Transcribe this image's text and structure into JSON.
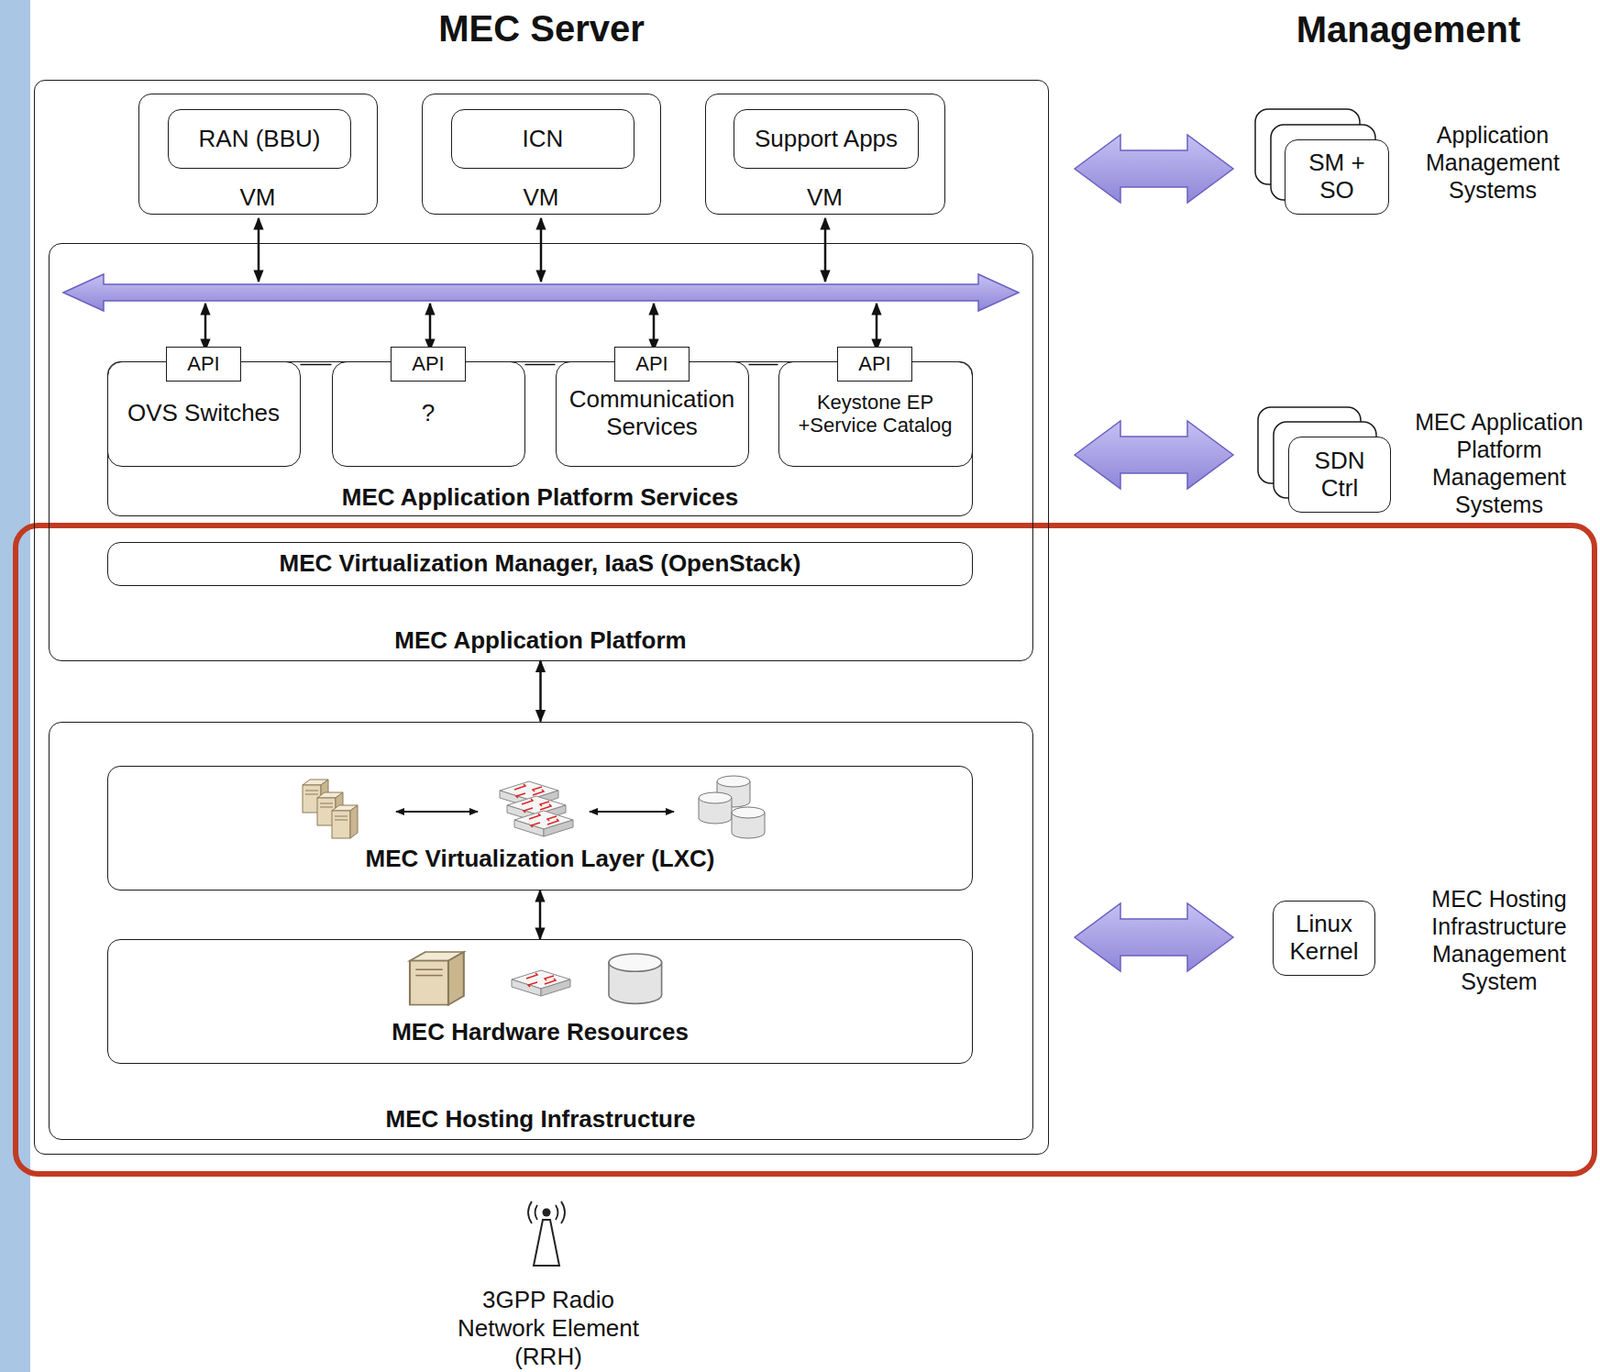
{
  "diagram": {
    "nodes": [
      {
        "text": [
          "MEC Server"
        ]
      },
      {
        "text": [
          "VM"
        ],
        "in": 0
      },
      {
        "text": [
          "RAN (BBU)"
        ],
        "in": 1
      },
      {
        "text": [
          "VM"
        ],
        "in": 0
      },
      {
        "text": [
          "ICN"
        ],
        "in": 3
      },
      {
        "text": [
          "VM"
        ],
        "in": 0
      },
      {
        "text": [
          "Support Apps"
        ],
        "in": 5
      },
      {
        "text": [
          "MEC Application Platform"
        ],
        "in": 0
      },
      {
        "text": [
          "MEC Application Platform Services"
        ],
        "in": 7
      },
      {
        "text": [
          "OVS Switches"
        ],
        "in": 8
      },
      {
        "text": [
          "API"
        ],
        "in": 9
      },
      {
        "text": [
          "?"
        ],
        "in": 8
      },
      {
        "text": [
          "API"
        ],
        "in": 11
      },
      {
        "text": [
          "Communication Services"
        ],
        "in": 8
      },
      {
        "text": [
          "API"
        ],
        "in": 13
      },
      {
        "text": [
          "Keystone EP +Service Catalog"
        ],
        "in": 8
      },
      {
        "text": [
          "API"
        ],
        "in": 15
      },
      {
        "text": [
          "MEC Virtualization Manager, IaaS (OpenStack)"
        ],
        "in": 7
      },
      {
        "text": [
          "MEC Hosting Infrastructure"
        ],
        "in": 0
      },
      {
        "text": [
          "MEC Virtualization Layer (LXC)"
        ],
        "in": 18
      },
      {
        "text": [
          "MEC Hardware Resources"
        ],
        "in": 18
      },
      {
        "text": [
          "SM + SO"
        ]
      },
      {
        "text": [
          "SDN Ctrl"
        ]
      },
      {
        "text": [
          "Linux Kernel"
        ]
      }
    ],
    "edges": [
      {
        "from": 7,
        "to": 18,
        "arrow": "both"
      },
      {
        "from": 19,
        "to": 20,
        "arrow": "both"
      },
      {
        "from": 9,
        "to": 11,
        "arrow": "none"
      },
      {
        "from": 11,
        "to": 13,
        "arrow": "none"
      },
      {
        "from": 13,
        "to": 15,
        "arrow": "none"
      },
      {
        "from": 0,
        "to": 21,
        "arrow": "both"
      },
      {
        "from": 0,
        "to": 22,
        "arrow": "both"
      },
      {
        "from": 0,
        "to": 23,
        "arrow": "both"
      }
    ],
    "labels": [
      "Management",
      "Application Management Systems",
      "MEC Application Platform Management Systems",
      "MEC Hosting Infrastructure Management System",
      "3GPP Radio Network Element (RRH)"
    ]
  }
}
